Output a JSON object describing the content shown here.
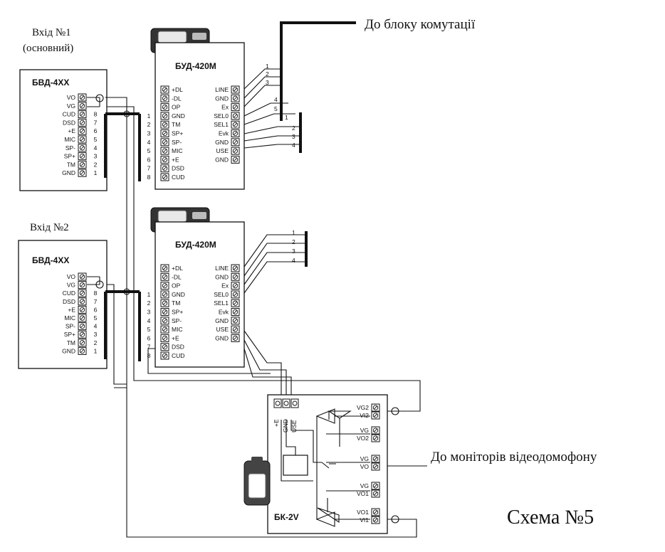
{
  "title": "Схема №5",
  "labels": {
    "to_switch": "До блоку комутації",
    "to_monitors": "До моніторів відеодомофону"
  },
  "panels": [
    {
      "id": "bvd1",
      "caption_line1": "Вхід №1",
      "caption_line2": "(основний)",
      "name": "БВД-4ХХ",
      "pins": [
        "VO",
        "VG",
        "CUD",
        "DSD",
        "+E",
        "MIC",
        "SP-",
        "SP+",
        "TM",
        "GND"
      ],
      "nums": [
        "",
        "",
        "8",
        "7",
        "6",
        "5",
        "4",
        "3",
        "2",
        "1"
      ]
    },
    {
      "id": "bvd2",
      "caption_line1": "Вхід №2",
      "caption_line2": "",
      "name": "БВД-4ХХ",
      "pins": [
        "VO",
        "VG",
        "CUD",
        "DSD",
        "+E",
        "MIC",
        "SP-",
        "SP+",
        "TM",
        "GND"
      ],
      "nums": [
        "",
        "",
        "8",
        "7",
        "6",
        "5",
        "4",
        "3",
        "2",
        "1"
      ]
    }
  ],
  "buds": [
    {
      "id": "bud1",
      "name": "БУД-420М",
      "left_pins": [
        "+DL",
        "-DL",
        "OP",
        "GND",
        "TM",
        "SP+",
        "SP-",
        "MIC",
        "+E",
        "DSD",
        "CUD"
      ],
      "left_nums": [
        "",
        "",
        "",
        "1",
        "2",
        "3",
        "4",
        "5",
        "6",
        "7",
        "8"
      ],
      "right_pins": [
        "LINE",
        "GND",
        "Ex",
        "SEL0",
        "SEL1",
        "Evk",
        "GND",
        "USE",
        "GND"
      ]
    },
    {
      "id": "bud2",
      "name": "БУД-420М",
      "left_pins": [
        "+DL",
        "-DL",
        "OP",
        "GND",
        "TM",
        "SP+",
        "SP-",
        "MIC",
        "+E",
        "DSD",
        "CUD"
      ],
      "left_nums": [
        "",
        "",
        "",
        "1",
        "2",
        "3",
        "4",
        "5",
        "6",
        "7",
        "8"
      ],
      "right_pins": [
        "LINE",
        "GND",
        "Ex",
        "SEL0",
        "SEL1",
        "Evk",
        "GND",
        "USE",
        "GND"
      ]
    }
  ],
  "bus_nums_top": [
    "1",
    "2",
    "3",
    "4",
    "5"
  ],
  "bus_nums": [
    "1",
    "2",
    "3",
    "4"
  ],
  "bk": {
    "name": "БК-2V",
    "top_pins": [
      "+E",
      "GND",
      "USE"
    ],
    "right_groups": [
      [
        "VG2",
        "VI2"
      ],
      [
        "VG",
        "VO2"
      ],
      [
        "VG",
        "VO"
      ],
      [
        "VG",
        "VO1"
      ],
      [
        "VO1",
        "VI1"
      ]
    ]
  }
}
